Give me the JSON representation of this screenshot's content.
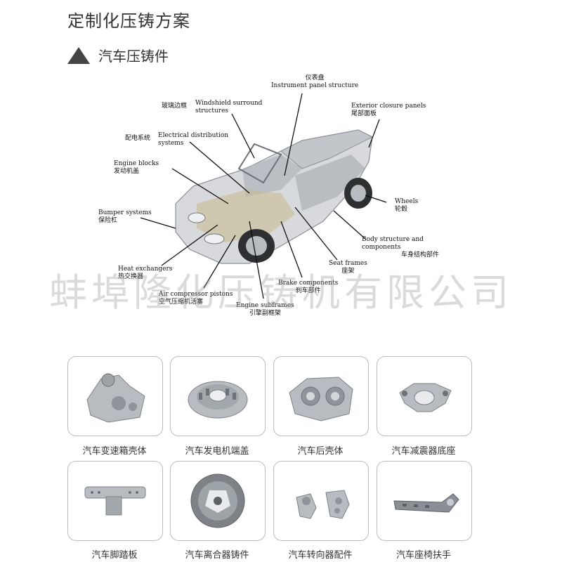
{
  "page_title": "定制化压铸方案",
  "section_title": "汽车压铸件",
  "watermark": "蚌埠隆化压铸机有限公司",
  "colors": {
    "accent": "#444444",
    "card_border": "#bdbdbd",
    "metal": "#b8bcc0",
    "car_body": "#d7d9dc"
  },
  "diagram": {
    "labels": [
      {
        "id": "instrument-panel",
        "cn": "仪表盘",
        "en": "Instrument panel structure"
      },
      {
        "id": "windshield",
        "cn": "玻璃边框",
        "en": "Windshield surround structures"
      },
      {
        "id": "exterior-closure",
        "cn": "尾部面板",
        "en": "Exterior closure panels"
      },
      {
        "id": "electrical",
        "cn": "配电系统",
        "en": "Electrical distribution systems"
      },
      {
        "id": "engine-blocks",
        "cn": "发动机盖",
        "en": "Engine blocks"
      },
      {
        "id": "wheels",
        "cn": "轮毂",
        "en": "Wheels"
      },
      {
        "id": "bumper",
        "cn": "保险杠",
        "en": "Bumper systems"
      },
      {
        "id": "body-structure",
        "cn": "车身结构部件",
        "en": "Body structure and components"
      },
      {
        "id": "seat-frames",
        "cn": "座架",
        "en": "Seat frames"
      },
      {
        "id": "heat-exchangers",
        "cn": "热交换器",
        "en": "Heat exchangers"
      },
      {
        "id": "brake",
        "cn": "刹车部件",
        "en": "Brake components"
      },
      {
        "id": "air-compressor",
        "cn": "空气压缩机活塞",
        "en": "Air compressor pistons"
      },
      {
        "id": "engine-subframes",
        "cn": "引擎副框架",
        "en": "Engine subframes"
      }
    ]
  },
  "products": [
    {
      "caption": "汽车变速箱壳体",
      "icon": "gearbox-housing-icon"
    },
    {
      "caption": "汽车发电机端盖",
      "icon": "generator-end-cover-icon"
    },
    {
      "caption": "汽车后壳体",
      "icon": "rear-housing-icon"
    },
    {
      "caption": "汽车减震器底座",
      "icon": "shock-absorber-base-icon"
    },
    {
      "caption": "汽车脚踏板",
      "icon": "foot-pedal-icon"
    },
    {
      "caption": "汽车离合器铸件",
      "icon": "clutch-casting-icon"
    },
    {
      "caption": "汽车转向器配件",
      "icon": "steering-part-icon"
    },
    {
      "caption": "汽车座椅扶手",
      "icon": "seat-armrest-icon"
    }
  ]
}
